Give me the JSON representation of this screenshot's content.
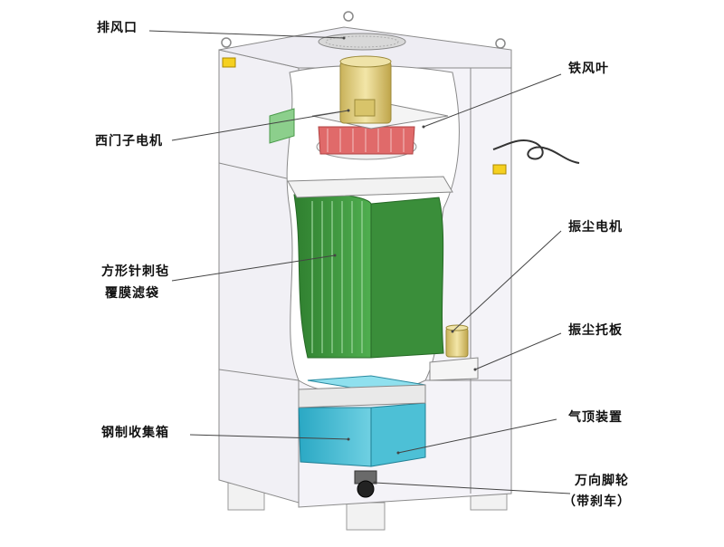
{
  "labels": {
    "exhaust_outlet": "排风口",
    "iron_fan_blade": "铁风叶",
    "siemens_motor": "西门子电机",
    "filter_bag_line1": "方形针刺毡",
    "filter_bag_line2": "覆膜滤袋",
    "shaker_motor": "振尘电机",
    "shaker_plate": "振尘托板",
    "steel_collection_box": "钢制收集箱",
    "pneumatic_top_device": "气顶装置",
    "caster_line1": "万向脚轮",
    "caster_line2": "（带刹车）"
  },
  "colors": {
    "filter_green": "#3f9a3f",
    "box_cyan": "#35b6cf",
    "motor_gold": "#e2cf7a",
    "fan_red": "#e06a6a",
    "cabinet": "#f1f0f5",
    "outline": "#8a8a8a"
  },
  "icons": [
    "warning-sticker",
    "power-cable"
  ]
}
